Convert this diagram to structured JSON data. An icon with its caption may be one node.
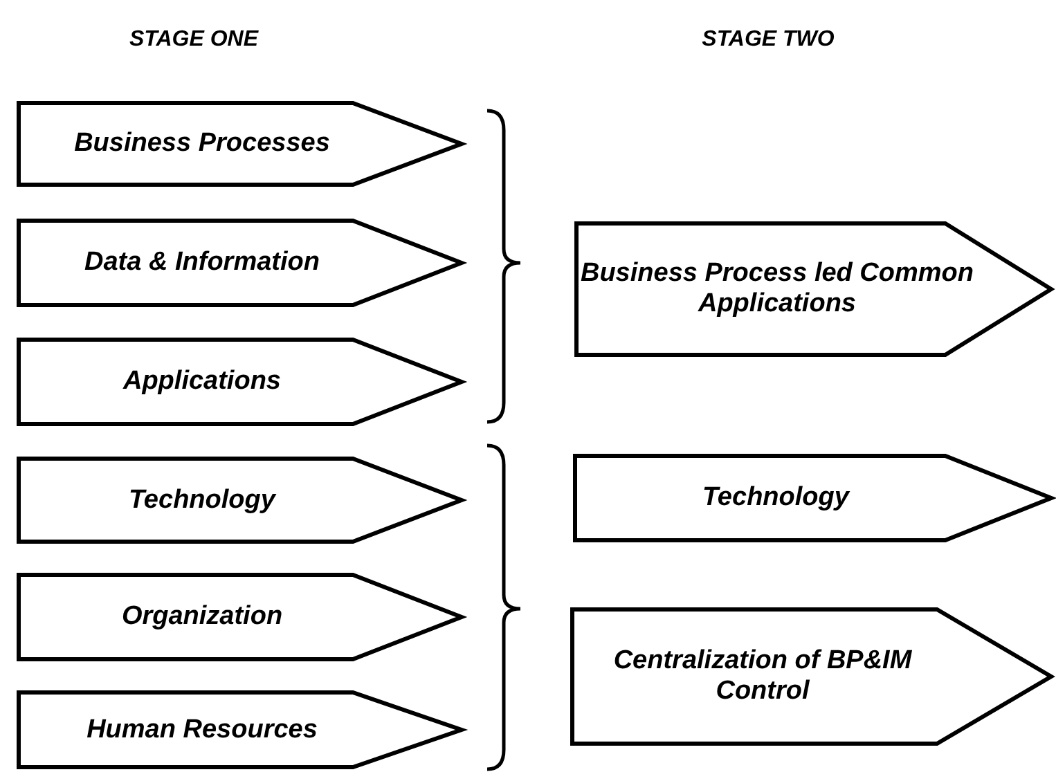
{
  "diagram": {
    "nodes": [
      {
        "text": [
          "Business Processes"
        ]
      },
      {
        "text": [
          "Data & Information"
        ]
      },
      {
        "text": [
          "Applications"
        ]
      },
      {
        "text": [
          "Technology"
        ]
      },
      {
        "text": [
          "Organization"
        ]
      },
      {
        "text": [
          "Human Resources"
        ]
      },
      {
        "text": [
          "Business Process led Common Applications"
        ]
      },
      {
        "text": [
          "Technology"
        ]
      },
      {
        "text": [
          "Centralization of BP&IM Control"
        ]
      }
    ],
    "labels": [
      "STAGE ONE",
      "STAGE TWO"
    ]
  }
}
